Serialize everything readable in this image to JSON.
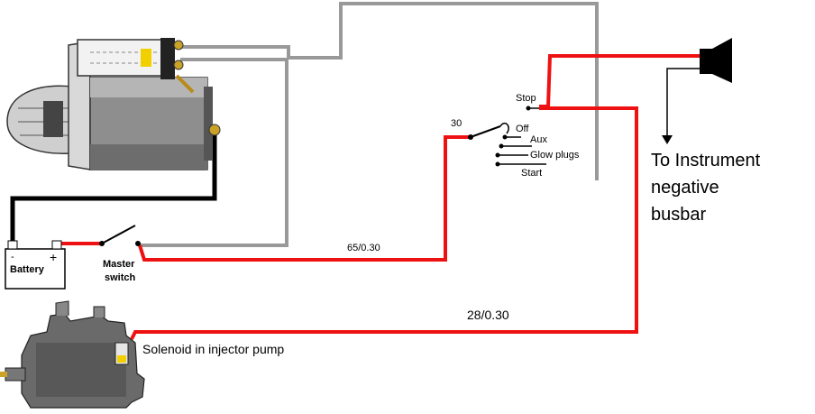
{
  "labels": {
    "battery": "Battery",
    "battery_minus": "-",
    "battery_plus": "+",
    "master_switch_line1": "Master",
    "master_switch_line2": "switch",
    "wire_65": "65/0.30",
    "wire_28": "28/0.30",
    "terminal_30": "30",
    "switch_stop": "Stop",
    "switch_off": "Off",
    "switch_aux": "Aux",
    "switch_glow": "Glow plugs",
    "switch_start": "Start",
    "instrument_line1": "To Instrument",
    "instrument_line2": "negative",
    "instrument_line3": "busbar",
    "solenoid": "Solenoid in injector pump"
  },
  "colors": {
    "red_wire": "#ee1111",
    "grey_wire": "#999999",
    "black_wire": "#000000"
  }
}
